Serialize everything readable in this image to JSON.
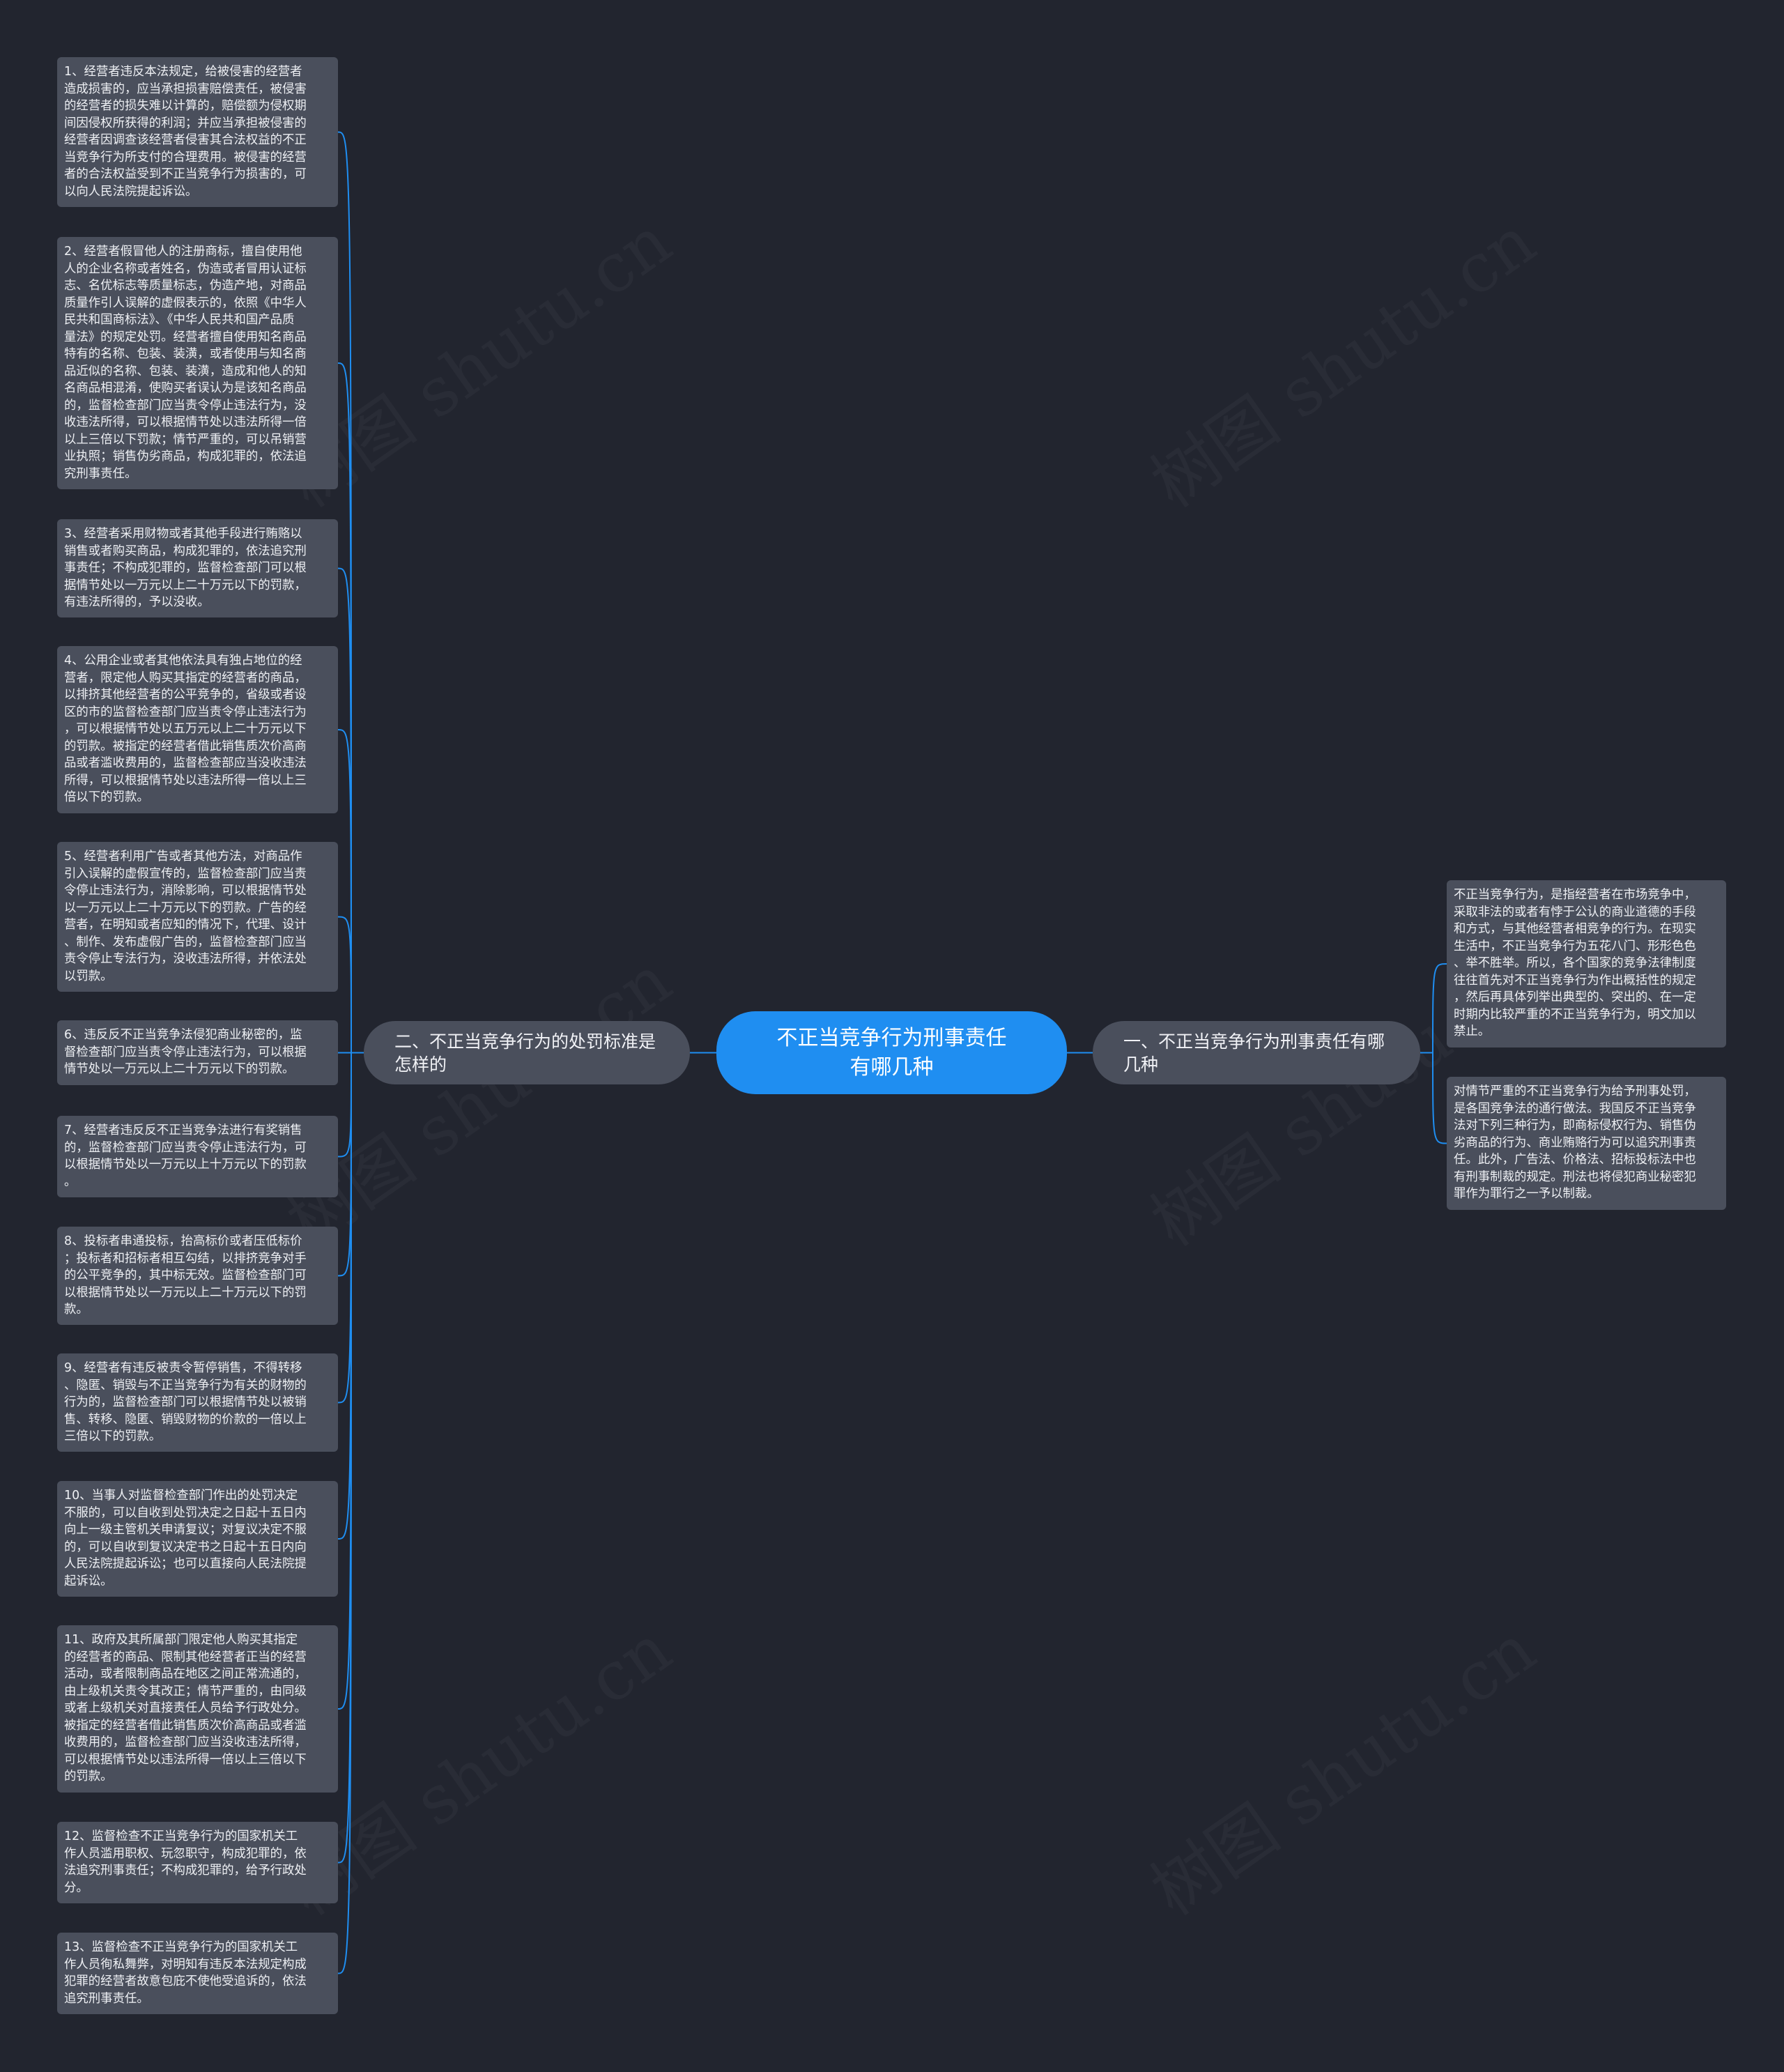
{
  "colors": {
    "background": "#22252f",
    "root_fill": "#1f8ef1",
    "node_fill": "#4a4f5c",
    "connector": "#1f8ef1",
    "text": "#eef0f4"
  },
  "watermark": "树图 shutu.cn",
  "root": {
    "label": "不正当竞争行为刑事责任\n有哪几种"
  },
  "left_branch": {
    "label": "二、不正当竞争行为的处罚标准是\n怎样的",
    "items": [
      "1、经营者违反本法规定，给被侵害的经营者\n造成损害的，应当承担损害赔偿责任，被侵害\n的经营者的损失难以计算的，赔偿额为侵权期\n间因侵权所获得的利润；并应当承担被侵害的\n经营者因调查该经营者侵害其合法权益的不正\n当竞争行为所支付的合理费用。被侵害的经营\n者的合法权益受到不正当竞争行为损害的，可\n以向人民法院提起诉讼。",
      "2、经营者假冒他人的注册商标，擅自使用他\n人的企业名称或者姓名，伪造或者冒用认证标\n志、名优标志等质量标志，伪造产地，对商品\n质量作引人误解的虚假表示的，依照《中华人\n民共和国商标法》、《中华人民共和国产品质\n量法》的规定处罚。经营者擅自使用知名商品\n特有的名称、包装、装潢，或者使用与知名商\n品近似的名称、包装、装潢，造成和他人的知\n名商品相混淆，使购买者误认为是该知名商品\n的，监督检查部门应当责令停止违法行为，没\n收违法所得，可以根据情节处以违法所得一倍\n以上三倍以下罚款；情节严重的，可以吊销营\n业执照；销售伪劣商品，构成犯罪的，依法追\n究刑事责任。",
      "3、经营者采用财物或者其他手段进行贿赂以\n销售或者购买商品，构成犯罪的，依法追究刑\n事责任；不构成犯罪的，监督检查部门可以根\n据情节处以一万元以上二十万元以下的罚款，\n有违法所得的，予以没收。",
      "4、公用企业或者其他依法具有独占地位的经\n营者，限定他人购买其指定的经营者的商品，\n以排挤其他经营者的公平竞争的，省级或者设\n区的市的监督检查部门应当责令停止违法行为\n，可以根据情节处以五万元以上二十万元以下\n的罚款。被指定的经营者借此销售质次价高商\n品或者滥收费用的，监督检查部应当没收违法\n所得，可以根据情节处以违法所得一倍以上三\n倍以下的罚款。",
      "5、经营者利用广告或者其他方法，对商品作\n引入误解的虚假宣传的，监督检查部门应当责\n令停止违法行为，消除影响，可以根据情节处\n以一万元以上二十万元以下的罚款。广告的经\n营者，在明知或者应知的情况下，代理、设计\n、制作、发布虚假广告的，监督检查部门应当\n责令停止专法行为，没收违法所得，并依法处\n以罚款。",
      "6、违反反不正当竞争法侵犯商业秘密的，监\n督检查部门应当责令停止违法行为，可以根据\n情节处以一万元以上二十万元以下的罚款。",
      "7、经营者违反反不正当竞争法进行有奖销售\n的，监督检查部门应当责令停止违法行为，可\n以根据情节处以一万元以上十万元以下的罚款\n。",
      "8、投标者串通投标，抬高标价或者压低标价\n；投标者和招标者相互勾结，以排挤竞争对手\n的公平竞争的，其中标无效。监督检查部门可\n以根据情节处以一万元以上二十万元以下的罚\n款。",
      "9、经营者有违反被责令暂停销售，不得转移\n、隐匿、销毁与不正当竞争行为有关的财物的\n行为的，监督检查部门可以根据情节处以被销\n售、转移、隐匿、销毁财物的价款的一倍以上\n三倍以下的罚款。",
      "10、当事人对监督检查部门作出的处罚决定\n不服的，可以自收到处罚决定之日起十五日内\n向上一级主管机关申请复议；对复议决定不服\n的，可以自收到复议决定书之日起十五日内向\n人民法院提起诉讼；也可以直接向人民法院提\n起诉讼。",
      "11、政府及其所属部门限定他人购买其指定\n的经营者的商品、限制其他经营者正当的经营\n活动，或者限制商品在地区之间正常流通的，\n由上级机关责令其改正；情节严重的，由同级\n或者上级机关对直接责任人员给予行政处分。\n被指定的经营者借此销售质次价高商品或者滥\n收费用的，监督检查部门应当没收违法所得，\n可以根据情节处以违法所得一倍以上三倍以下\n的罚款。",
      "12、监督检查不正当竞争行为的国家机关工\n作人员滥用职权、玩忽职守，构成犯罪的，依\n法追究刑事责任；不构成犯罪的，给予行政处\n分。",
      "13、监督检查不正当竞争行为的国家机关工\n作人员徇私舞弊，对明知有违反本法规定构成\n犯罪的经营者故意包庇不使他受追诉的，依法\n追究刑事责任。"
    ]
  },
  "right_branch": {
    "label": "一、不正当竞争行为刑事责任有哪\n几种",
    "items": [
      "不正当竞争行为，是指经营者在市场竞争中，\n采取非法的或者有悖于公认的商业道德的手段\n和方式，与其他经营者相竞争的行为。在现实\n生活中，不正当竞争行为五花八门、形形色色\n、举不胜举。所以，各个国家的竞争法律制度\n往往首先对不正当竞争行为作出概括性的规定\n，然后再具体列举出典型的、突出的、在一定\n时期内比较严重的不正当竞争行为，明文加以\n禁止。",
      "对情节严重的不正当竞争行为给予刑事处罚，\n是各国竞争法的通行做法。我国反不正当竞争\n法对下列三种行为，即商标侵权行为、销售伪\n劣商品的行为、商业贿赂行为可以追究刑事责\n任。此外，广告法、价格法、招标投标法中也\n有刑事制裁的规定。刑法也将侵犯商业秘密犯\n罪作为罪行之一予以制裁。"
    ]
  }
}
